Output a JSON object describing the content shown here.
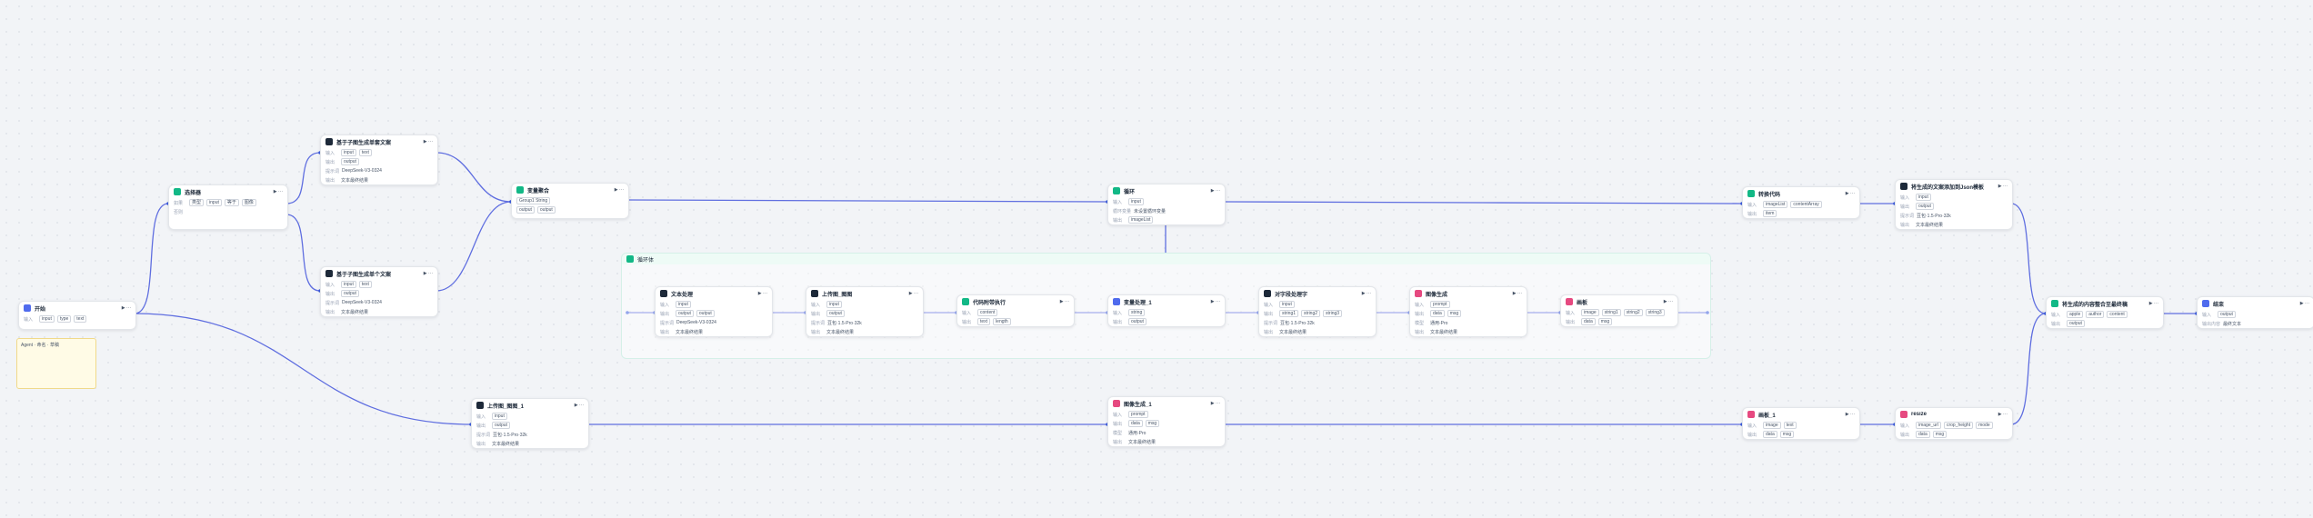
{
  "colors": {
    "edge": "#5f6ee0",
    "accent": "#3b5bdb"
  },
  "note": {
    "text": "Agent · 命名 · 草稿"
  },
  "nodes": {
    "start": {
      "title": "开始",
      "icon_color": "#4f6bed",
      "r1_label": "输入",
      "r1_tags": [
        "input",
        "type",
        "text"
      ]
    },
    "branch": {
      "title": "选择器",
      "icon_color": "#12b886",
      "r1_label": "如果",
      "r1_tags": [
        "类型",
        "input",
        "等于",
        "图像"
      ],
      "r2_label": "否则"
    },
    "gen1": {
      "title": "基于子图生成单套文案",
      "icon_color": "#1d2939",
      "r1_label": "输入",
      "r1_tags": [
        "input",
        "text"
      ],
      "r2_label": "输出",
      "r2_tags": [
        "output"
      ],
      "r3_label": "提示词",
      "r3_val": "DeepSeek-V3-0324",
      "r4_label": "输出",
      "r4_val": "文本最终结果"
    },
    "gen2": {
      "title": "基于子图生成单个文案",
      "icon_color": "#1d2939",
      "r1_label": "输入",
      "r1_tags": [
        "input",
        "text"
      ],
      "r2_label": "输出",
      "r2_tags": [
        "output"
      ],
      "r3_label": "提示词",
      "r3_val": "DeepSeek-V3-0324",
      "r4_label": "输出",
      "r4_val": "文本最终结果"
    },
    "merge": {
      "title": "变量聚合",
      "icon_color": "#12b886",
      "r1_label": "",
      "r1_tags": [
        "Group1 String"
      ],
      "r2_tags": [
        "output",
        "output"
      ]
    },
    "loopnode": {
      "title": "循环",
      "icon_color": "#12b886",
      "r1_label": "输入",
      "r1_tags": [
        "input"
      ],
      "r2_label": "循环变量",
      "r2_val": "未设置循环变量",
      "r3_label": "输出",
      "r3_tags": [
        "imageList"
      ]
    },
    "code": {
      "title": "转换代码",
      "icon_color": "#12b886",
      "r1_label": "输入",
      "r1_tags": [
        "imageList",
        "contentArray"
      ],
      "r2_label": "输出",
      "r2_tags": [
        "item"
      ]
    },
    "gen3": {
      "title": "将生成的文案添加到Json模板",
      "icon_color": "#1d2939",
      "r1_label": "输入",
      "r1_tags": [
        "input"
      ],
      "r2_label": "输出",
      "r2_tags": [
        "output"
      ],
      "r3_label": "提示词",
      "r3_val": "豆包·1.5·Pro·32k",
      "r4_label": "输出",
      "r4_val": "文本最终结果"
    },
    "final": {
      "title": "将生成的内容整合至最终稿",
      "icon_color": "#12b886",
      "r1_label": "输入",
      "r1_tags": [
        "apple",
        "author",
        "content"
      ],
      "r2_label": "输出",
      "r2_tags": [
        "output"
      ]
    },
    "end": {
      "title": "结束",
      "icon_color": "#4f6bed",
      "r1_label": "输入",
      "r1_tags": [
        "output"
      ],
      "r2_label": "输出内容",
      "r2_val": "最终文本"
    },
    "imgbot": {
      "title": "上传图_图图_1",
      "icon_color": "#1d2939",
      "r1_label": "输入",
      "r1_tags": [
        "input"
      ],
      "r2_label": "输出",
      "r2_tags": [
        "output"
      ],
      "r3_label": "提示词",
      "r3_val": "豆包·1.5·Pro·32k",
      "r4_label": "输出",
      "r4_val": "文本最终结果"
    },
    "imggen2": {
      "title": "图像生成_1",
      "icon_color": "#e64980",
      "r1_label": "输入",
      "r1_tags": [
        "prompt"
      ],
      "r2_label": "输出",
      "r2_tags": [
        "data",
        "msg"
      ],
      "r3_label": "模型",
      "r3_val": "通用-Pro",
      "r4_label": "输出",
      "r4_val": "文本最终结果"
    },
    "canvas2": {
      "title": "画板_1",
      "icon_color": "#e64980",
      "r1_label": "输入",
      "r1_tags": [
        "image",
        "text"
      ],
      "r2_label": "输出",
      "r2_tags": [
        "data",
        "msg"
      ]
    },
    "resize": {
      "title": "resize",
      "icon_color": "#e64980",
      "r1_label": "输入",
      "r1_tags": [
        "image_url",
        "crop_height",
        "mode"
      ],
      "r2_label": "输出",
      "r2_tags": [
        "data",
        "msg"
      ]
    },
    "l1": {
      "title": "文本处理",
      "icon_color": "#1d2939",
      "r1_label": "输入",
      "r1_tags": [
        "input"
      ],
      "r2_label": "输出",
      "r2_tags": [
        "output",
        "output"
      ],
      "r3_label": "提示词",
      "r3_val": "DeepSeek-V3-0324",
      "r4_label": "输出",
      "r4_val": "文本最终结果"
    },
    "l2": {
      "title": "上传图_图图",
      "icon_color": "#1d2939",
      "r1_label": "输入",
      "r1_tags": [
        "input"
      ],
      "r2_label": "输出",
      "r2_tags": [
        "output"
      ],
      "r3_label": "提示词",
      "r3_val": "豆包·1.5·Pro·32k",
      "r4_label": "输出",
      "r4_val": "文本最终结果"
    },
    "l3": {
      "title": "代码附带执行",
      "icon_color": "#12b886",
      "r1_label": "输入",
      "r1_tags": [
        "content"
      ],
      "r2_label": "输出",
      "r2_tags": [
        "text",
        "length"
      ]
    },
    "l4": {
      "title": "变量处理_1",
      "icon_color": "#4f6bed",
      "r1_label": "输入",
      "r1_tags": [
        "string"
      ],
      "r2_label": "输出",
      "r2_tags": [
        "output"
      ]
    },
    "l5": {
      "title": "对字段处理字",
      "icon_color": "#1d2939",
      "r1_label": "输入",
      "r1_tags": [
        "input"
      ],
      "r2_label": "输出",
      "r2_tags": [
        "string1",
        "string2",
        "string3"
      ],
      "r3_label": "提示词",
      "r3_val": "豆包·1.5·Pro·32k",
      "r4_label": "输出",
      "r4_val": "文本最终结果"
    },
    "l6": {
      "title": "图像生成",
      "icon_color": "#e64980",
      "r1_label": "输入",
      "r1_tags": [
        "prompt"
      ],
      "r2_label": "输出",
      "r2_tags": [
        "data",
        "msg"
      ],
      "r3_label": "模型",
      "r3_val": "通用-Pro",
      "r4_label": "输出",
      "r4_val": "文本最终结果"
    },
    "l7": {
      "title": "画板",
      "icon_color": "#e64980",
      "r1_label": "输入",
      "r1_tags": [
        "image",
        "string1",
        "string2",
        "string3"
      ],
      "r2_label": "输出",
      "r2_tags": [
        "data",
        "msg"
      ]
    }
  },
  "loop_container": {
    "title": "循环体"
  }
}
